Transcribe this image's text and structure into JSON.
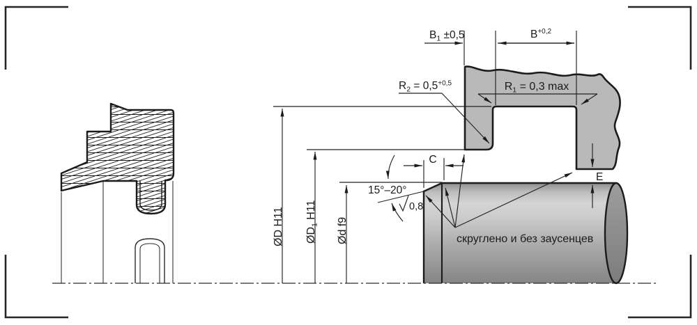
{
  "drawing": {
    "title_hint": "seal groove installation drawing",
    "labels": {
      "b1": {
        "pre": "B",
        "sub": "1",
        "post": " ±0,5"
      },
      "b": {
        "pre": "B",
        "sup": "+0,2"
      },
      "r2": {
        "pre": "R",
        "sub": "2",
        "mid": " = 0,5",
        "sup": "+0,5"
      },
      "r1": {
        "pre": "R",
        "sub": "1",
        "mid": " = 0,3 max"
      },
      "c": "C",
      "e": "E",
      "angle": "15°–20°",
      "roughness": "0,8",
      "dia_groove": "ØD H11",
      "dia_bore": {
        "pre": "ØD",
        "sub": "1",
        "post": " H11"
      },
      "dia_shaft": "Ød f9",
      "note": "скруглено и без заусенцев"
    },
    "colors": {
      "housing_fill": "#b9b9b9",
      "line": "#1b1b1b",
      "shaft_dark": "#8a8a8a"
    }
  }
}
